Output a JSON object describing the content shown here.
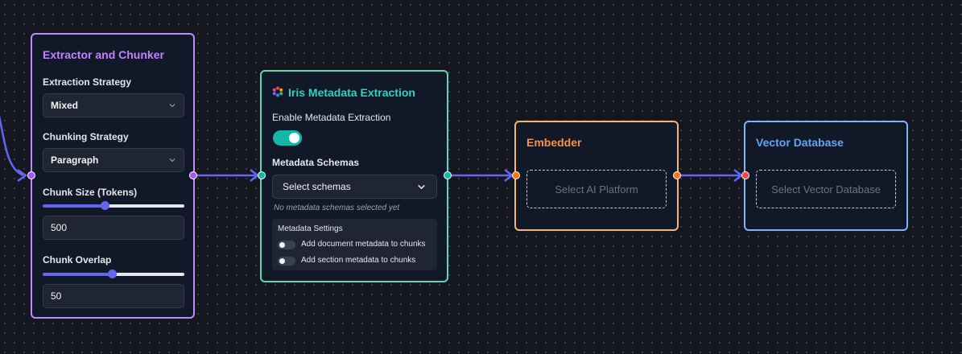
{
  "colors": {
    "extractor_accent": "#c084fc",
    "iris_accent": "#2dd4bf",
    "embedder_accent": "#fb923c",
    "vectordb_accent": "#60a5fa",
    "edge": "#6366f1"
  },
  "extractor": {
    "title": "Extractor and Chunker",
    "extraction_strategy_label": "Extraction Strategy",
    "extraction_strategy_value": "Mixed",
    "chunking_strategy_label": "Chunking Strategy",
    "chunking_strategy_value": "Paragraph",
    "chunk_size_label": "Chunk Size (Tokens)",
    "chunk_size_value": "500",
    "chunk_size_slider_fraction": 0.44,
    "chunk_overlap_label": "Chunk Overlap",
    "chunk_overlap_value": "50",
    "chunk_overlap_slider_fraction": 0.49
  },
  "iris": {
    "logo_icon": "iris-pinwheel-icon",
    "title": "Iris Metadata Extraction",
    "enable_label": "Enable Metadata Extraction",
    "enable_toggle_on": true,
    "schemas_label": "Metadata Schemas",
    "schemas_placeholder": "Select schemas",
    "schemas_hint": "No metadata schemas selected yet",
    "settings_title": "Metadata Settings",
    "doc_metadata_label": "Add document metadata to chunks",
    "section_metadata_label": "Add section metadata to chunks"
  },
  "embedder": {
    "title": "Embedder",
    "slot_label": "Select AI Platform"
  },
  "vectordb": {
    "title": "Vector Database",
    "slot_label": "Select Vector Database"
  }
}
